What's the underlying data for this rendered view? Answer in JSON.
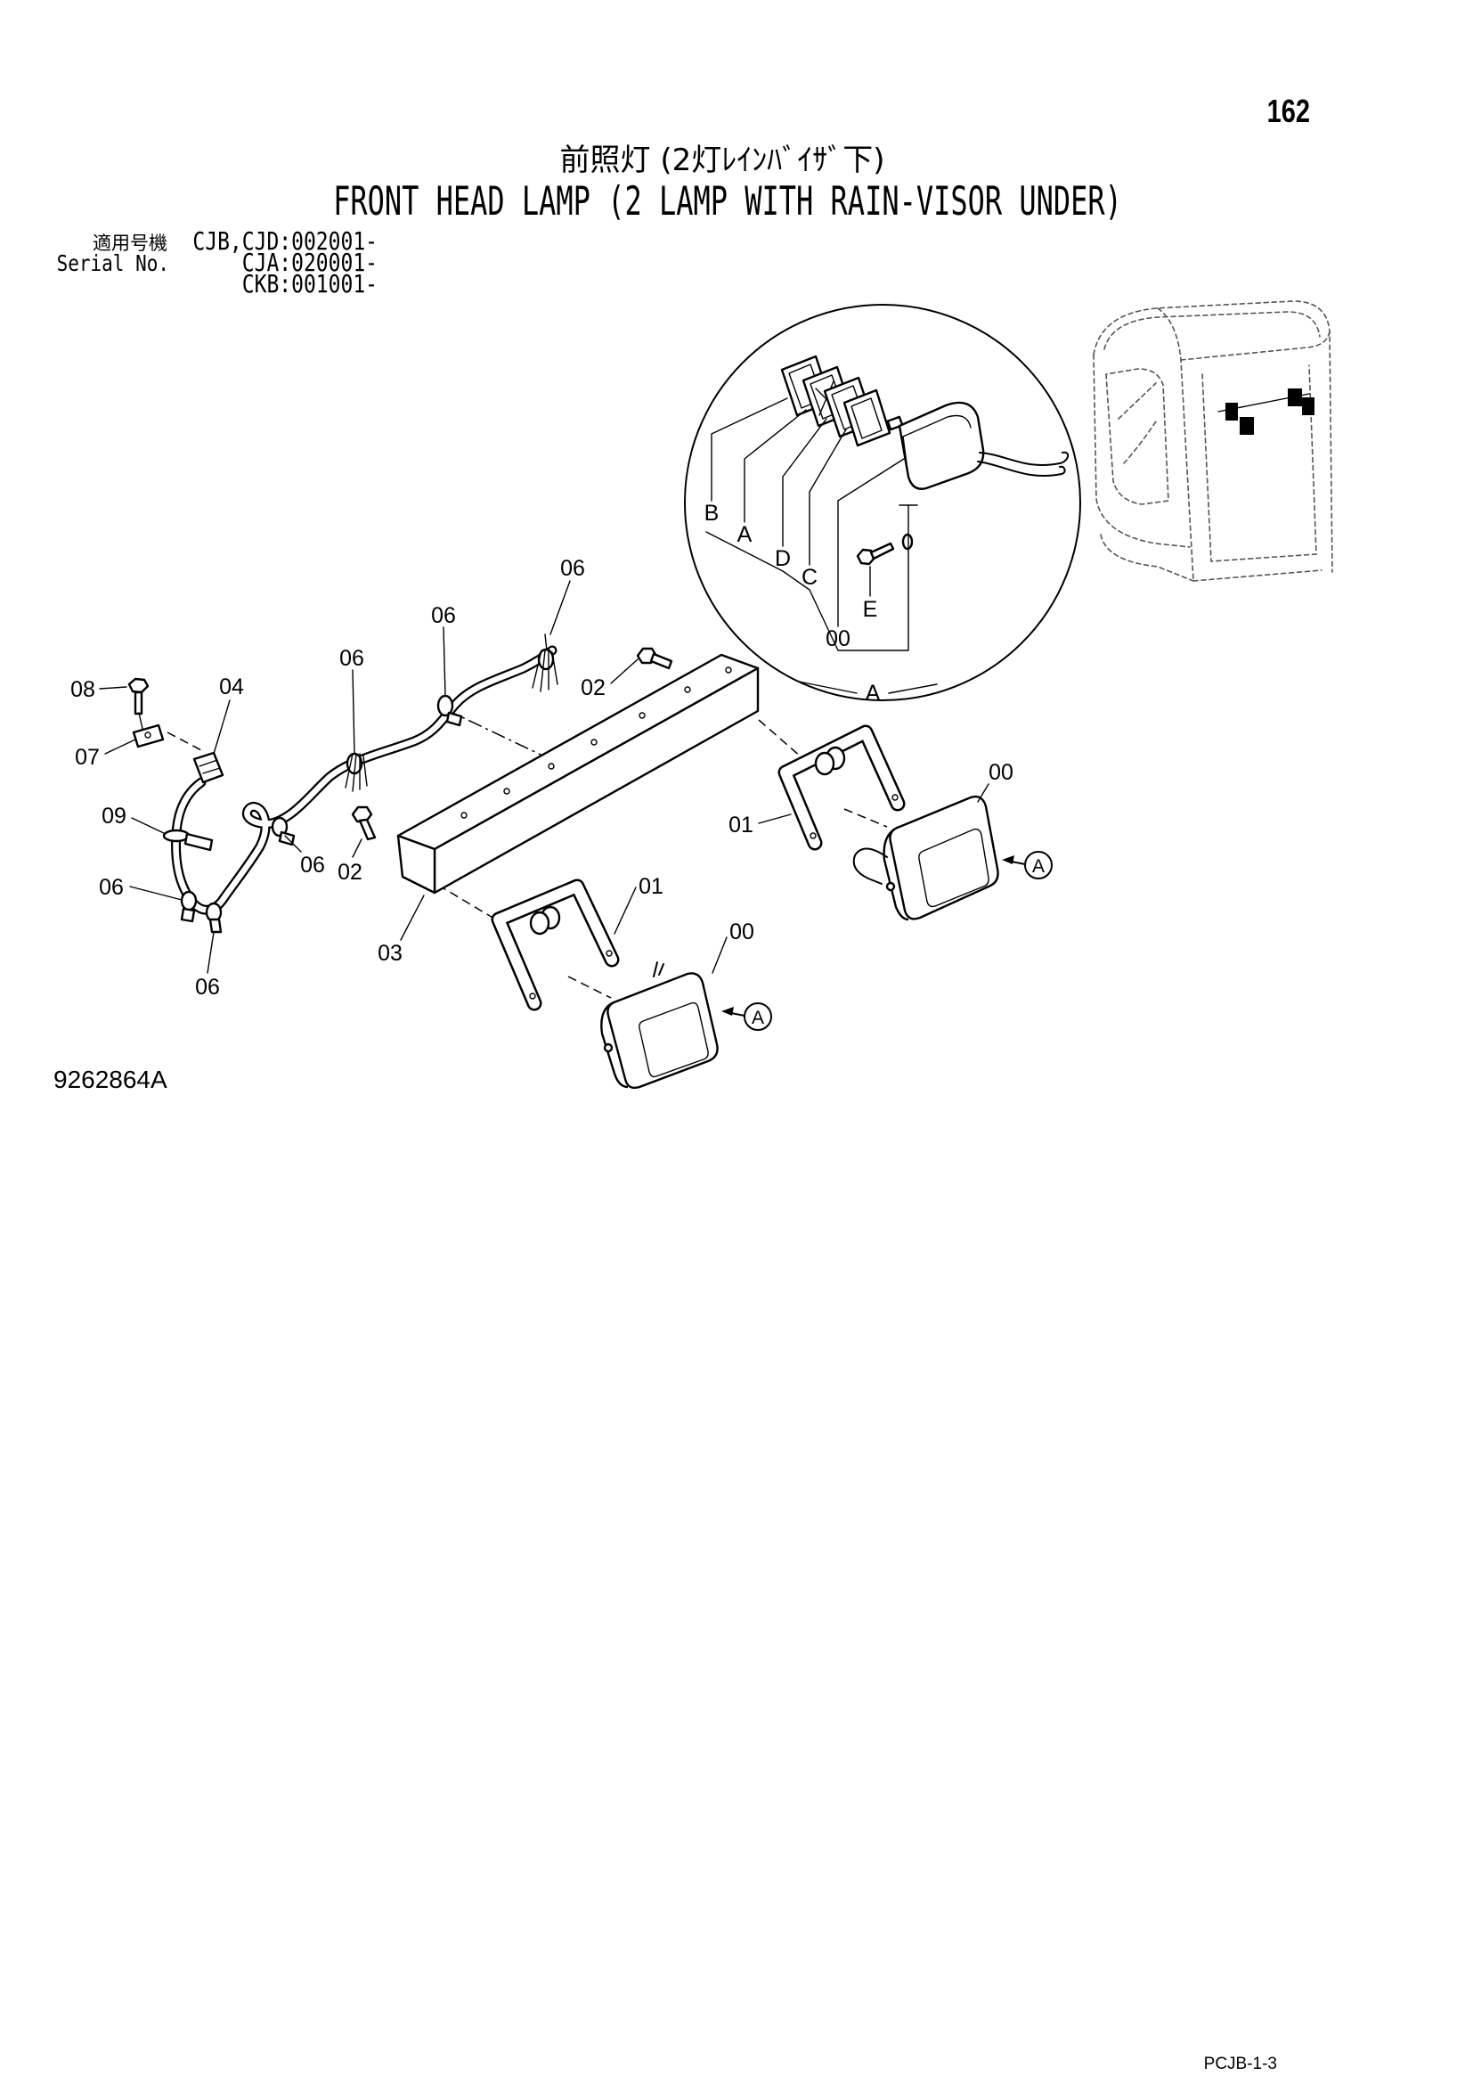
{
  "page": {
    "number": "162",
    "drawing_number": "9262864A",
    "footer_code": "PCJB-1-3"
  },
  "title": {
    "japanese": "前照灯 (2灯ﾚｲﾝﾊﾞｲｻﾞ下)",
    "english": "FRONT HEAD LAMP (2 LAMP WITH RAIN-VISOR UNDER)"
  },
  "serial": {
    "label_jp": "適用号機",
    "label_en": "Serial No.",
    "rows": [
      "CJB,CJD:002001-",
      "CJA:020001-",
      "CKB:001001-"
    ]
  },
  "callouts": [
    "08",
    "04",
    "07",
    "09",
    "06",
    "06",
    "06",
    "06",
    "06",
    "02",
    "06",
    "02",
    "03",
    "01",
    "00",
    "01",
    "00"
  ],
  "detail": {
    "labels": [
      "B",
      "A",
      "D",
      "C",
      "E",
      "00"
    ],
    "reference": "A"
  },
  "view_refs": [
    "A",
    "A"
  ]
}
